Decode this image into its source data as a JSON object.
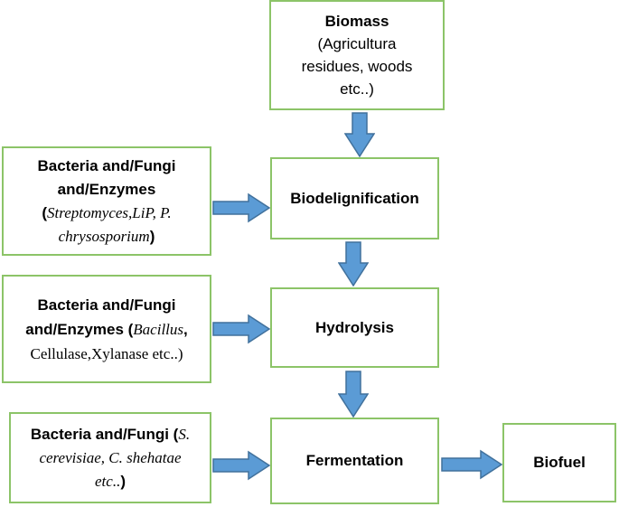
{
  "arrow_color": "#5b9bd5",
  "border_color": "#8cc468",
  "biomass": {
    "title": "Biomass",
    "line1": "(Agricultura",
    "line2": "residues, woods",
    "line3": "etc..)"
  },
  "biodelignification": {
    "title": "Biodelignification"
  },
  "hydrolysis": {
    "title": "Hydrolysis"
  },
  "fermentation": {
    "title": "Fermentation"
  },
  "biofuel": {
    "title": "Biofuel"
  },
  "input1": {
    "line1": "Bacteria and/Fungi",
    "line2": "and/Enzymes",
    "open_paren": "(",
    "italic1": "Streptomyces,LiP, P.",
    "italic2": "chrysosporium",
    "close_paren": ")"
  },
  "input2": {
    "line1": "Bacteria and/Fungi",
    "line2a": "and/Enzymes (",
    "line2b": "Bacillus",
    "line2c": ",",
    "line3": "Cellulase,Xylanase etc..)"
  },
  "input3": {
    "line1a": "Bacteria and/Fungi (",
    "line1b": "S.",
    "line2": "cerevisiae, C. shehatae",
    "line3a": "etc..",
    "line3b": ")"
  }
}
